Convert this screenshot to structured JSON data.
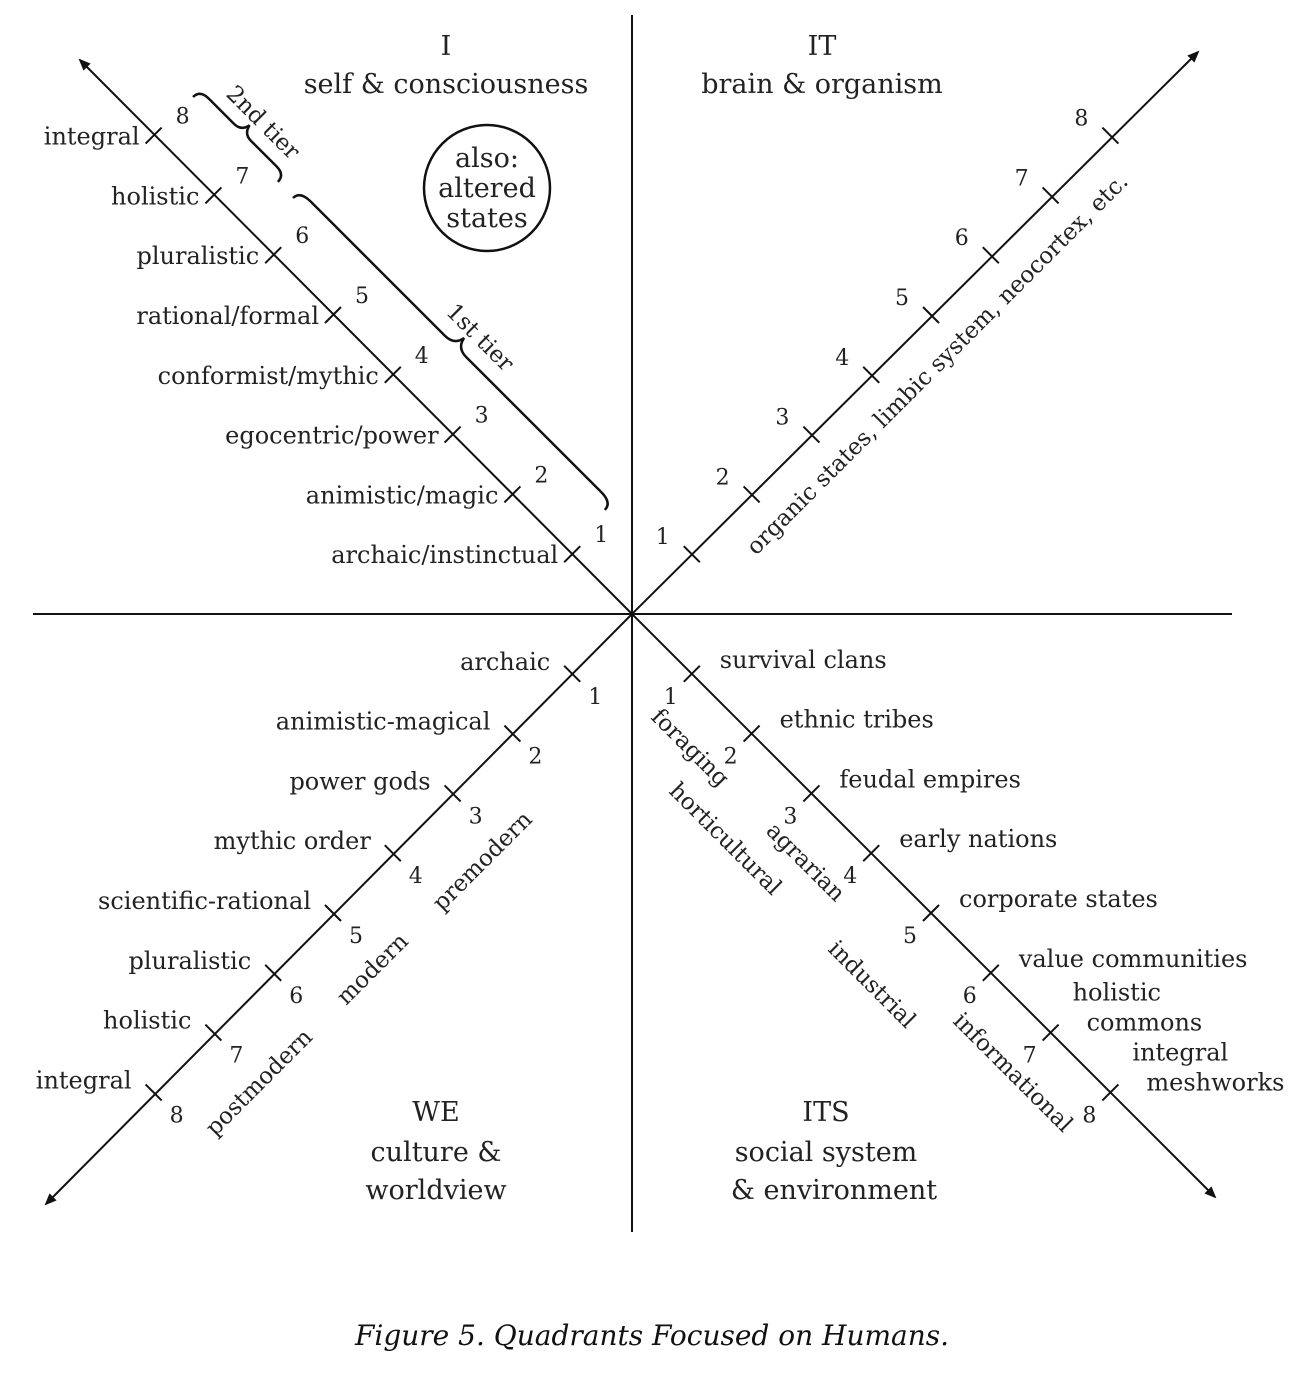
{
  "quadrants": {
    "upper_left": {
      "title": "I",
      "subtitle": "self & consciousness",
      "levels": [
        "archaic/instinctual",
        "animistic/magic",
        "egocentric/power",
        "conformist/mythic",
        "rational/formal",
        "pluralistic",
        "holistic",
        "integral"
      ],
      "tier2": "2nd tier",
      "tier1": "1st tier",
      "note": [
        "also:",
        "altered",
        "states"
      ]
    },
    "upper_right": {
      "title": "IT",
      "subtitle": "brain & organism",
      "axis_note": "organic states, limbic system, neocortex, etc."
    },
    "lower_left": {
      "title": "WE",
      "subtitle": [
        "culture &",
        "worldview"
      ],
      "levels": [
        "archaic",
        "animistic-magical",
        "power gods",
        "mythic order",
        "scientific-rational",
        "pluralistic",
        "holistic",
        "integral"
      ],
      "eras": [
        "premodern",
        "modern",
        "postmodern"
      ]
    },
    "lower_right": {
      "title": "ITS",
      "subtitle": [
        "social system",
        "& environment"
      ],
      "levels": [
        [
          "survival clans"
        ],
        [
          "ethnic tribes"
        ],
        [
          "feudal empires"
        ],
        [
          "early nations"
        ],
        [
          "corporate states"
        ],
        [
          "value communities"
        ],
        [
          "holistic",
          "commons"
        ],
        [
          "integral",
          "meshworks"
        ]
      ],
      "eras": [
        "foraging",
        "horticultural",
        "agrarian",
        "industrial",
        "informational"
      ]
    }
  },
  "tick_numbers": [
    "1",
    "2",
    "3",
    "4",
    "5",
    "6",
    "7",
    "8"
  ],
  "caption": "Figure 5. Quadrants Focused on Humans."
}
